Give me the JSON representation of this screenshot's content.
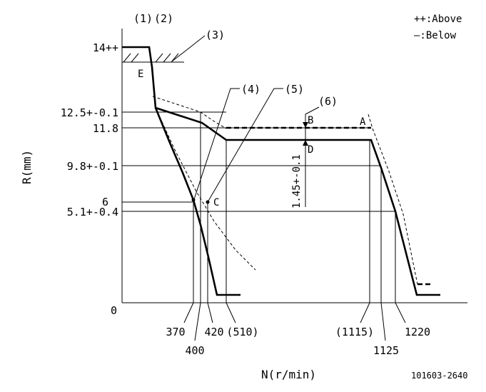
{
  "legend": {
    "above": "++:Above",
    "below": "—:Below"
  },
  "callouts": {
    "c1": "(1)",
    "c2": "(2)",
    "c3": "(3)",
    "c4": "(4)",
    "c5": "(5)",
    "c6": "(6)"
  },
  "point_labels": {
    "A": "A",
    "B": "B",
    "C": "C",
    "D": "D",
    "E": "E"
  },
  "y_axis": {
    "title": "R(mm)",
    "ticks": {
      "t14": "14++",
      "t12_5": "12.5+-0.1",
      "t11_8": "11.8",
      "t9_8": "9.8+-0.1",
      "t6": "6",
      "t5_1": "5.1+-0.4",
      "t0": "0"
    }
  },
  "x_axis": {
    "title": "N(r/min)",
    "ticks": {
      "t370": "370",
      "t400": "400",
      "t420": "420",
      "t510": "(510)",
      "t1115": "(1115)",
      "t1125": "1125",
      "t1220": "1220"
    }
  },
  "dimension": {
    "label": "1.45+-0.1"
  },
  "figure_code": "101603-2640"
}
